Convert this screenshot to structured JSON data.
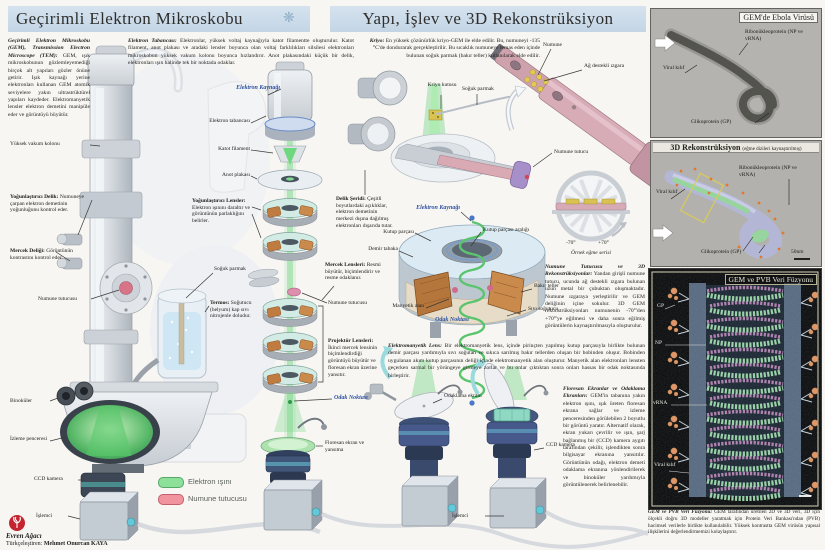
{
  "titles": {
    "left": "Geçirimli Elektron Mikroskobu",
    "right": "Yapı, İşlev ve 3D Rekonstrüksiyon"
  },
  "decorations": {
    "snowflake": "❋"
  },
  "colors": {
    "band": "#c9d9e8",
    "blue_label": "#2d52a0",
    "beam_green": "#7fd88c",
    "holder_pink": "#f2949d"
  },
  "paragraphs": {
    "intro": {
      "lead": "Geçirimli Elektron Mikroskobu (GEM), Transmission Electron Microscope (TEM):",
      "body": "GEM, ışık mikroskobunun gözlemleyemediği birçok alt yapıları gözler önüne getirir. Işık kaynağı yerine elektronları kullanan GEM atomik seviyelere yakın ultrastrüktürel yapıları kaydeder. Elektromanyetik lensler elektron demetini manipüle eder ve görüntüyü büyütür."
    },
    "gun": {
      "lead": "Elektron Tabancası:",
      "body": "Elektronlar, yüksek voltaj kaynağıyla katot filamentte oluşturulur. Katot filament, anot plakası ve aradaki lensler boyunca olan voltaj farklılıkları silsilesi elektronları mikroskobun yüksek vakum kolonu boyunca hızlandırır. Anot plakasındaki küçük bir delik, elektronları ışın halinde tek bir noktada odaklar."
    },
    "cryo": {
      "lead": "Kriyo:",
      "body": "En yüksek çözünürlük kriyo-GEM ile elde edilir. Bu, numuneyi -135 °C'de dondurarak gerçekleştirilir. Bu sıcaklık numuneye temas eden içinde bulunan soğuk parmak (bakır teller) kullanılarak elde edilir."
    },
    "holder3d": {
      "lead": "Numune Tutucusu ve 3D Rekonstrüksiyonlar:",
      "body": "Yandan girişli numune tutucu, ucunda ağ destekli ızgara bulunan uzun metal bir çubuktan oluşmaktadır. Numune ızgaraya yerleştirilir ve GEM deliğinin içine sokulur. 3D GEM rekonstrüksiyonları numunenin -70°'den +70°'ye eğilmesi ve daha sonra eğilmiş görüntülerin kaynaştırılmasıyla oluşturulur."
    },
    "emlens": {
      "lead": "Elektromanyetik Lens:",
      "body": "Bir elektromanyetik lens, içinde pirinçten yapılmış kutup parçasıyla birlikte bulunan demir parçası yardımıyla sıvı soğutan ve sıkıca sarılmış bakır tellerden oluşan bir bobinden oluşur. Bobinden uygulanan akım kutup parçasının deliği içinde elektromanyetik alan oluşturur. Manyetik alan elektronları lensten geçerken sarmal bir yörüngeye girmeye zorlar ve bu onlar çıktıktan sonra onları hassas bir odak noktasında birleştirir."
    },
    "screens": {
      "lead": "Floresan Ekranlar ve Odaklama Ekranları:",
      "body": "GEM'in tabanına yakın elektron ışını, ışık üreten floresan ekrana sağlar ve izleme penceresinden görülebilen 2 boyutlu bir görüntü yaratır. Alternatif olarak, ekran yukarı çevrilir ve ışın, şarj bağlanmış bir (CCD) kamera aygıtı tarafından çekilir, işlendikten sonra bilgisayar ekranına yansıtılır. Görüntünün odağı, elektron demeti odaklama ekranına yönlendirilerek ve binoküler yardımıyla görüntülenerek belirlenebilir."
    }
  },
  "microscope_labels": {
    "vacuum_column": "Yüksek vakum kolonu",
    "condenser_aperture": {
      "lead": "Yoğunlaştırıcı Delik:",
      "body": "Numuneye çarpan elektron demetinin yoğunluğunu kontrol eder."
    },
    "lens_aperture": {
      "lead": "Mercek Deliği:",
      "body": "Görüntünün kontrastını kontrol eder."
    },
    "specimen_holder": "Numune tutucusu",
    "binoculars": "Binoküler",
    "viewing_window": "İzleme penceresi",
    "ccd_camera": "CCD kamera",
    "processor": "İşlemci"
  },
  "column_labels": {
    "source": "Elektron Kaynağı",
    "gun": "Elektron tabancası",
    "cathode": "Katot filament",
    "anode": "Anot plakası",
    "condenser": {
      "lead": "Yoğunlaştırıcı Lensler:",
      "body": "Elektron ışınını daraltır ve görüntünün parlaklığını belirler."
    },
    "aperture_strip": {
      "lead": "Delik Şeridi:",
      "body": "Çeşitli boyutlardaki açıklıklar, elektron demetinin merkezi dışına dağılmış elektronları dışarıda tutar."
    },
    "objective": {
      "lead": "Mercek Lensleri:",
      "body": "Resmi büyütür, biçimlendirir ve resme odaklanır."
    },
    "cold_finger": "Soğuk parmak",
    "thermos": {
      "lead": "Termos:",
      "body": "Soğutucu (helyum) kap sıvı nitrojenle doludur."
    },
    "specimen_holder": "Numune tutucusu",
    "projector": {
      "lead": "Projektör Lensleri:",
      "body": "İkinci mercek lensinin biçimlendirdiği görüntüyü büyütür ve floresan ekran üzerine yansıtır."
    },
    "focal_point": "Odak Noktası",
    "fluorescent_screen": "Floresan ekran ve yansıma"
  },
  "lens_labels": {
    "source": "Elektron Kaynağı",
    "pole_piece": "Kutup parçası",
    "pole_gap": "Kutup parçası aralığı",
    "iron_plate": "Demir tabaka",
    "magnetic_field": "Manyetik alan",
    "copper_wires": "Bakır teller",
    "coolant": "Sıvı soğutucu",
    "focal_point": "Odak Noktası"
  },
  "stage_labels": {
    "cryo_box": "Kriyo kutusu",
    "cold_finger": "Soğuk parmak",
    "specimen": "Numune",
    "grid": "Ağ destekli ızgara",
    "holder": "Numune tutucu",
    "tilt_min": "-70°",
    "tilt_max": "+70°",
    "tilt_series": "Örnek eğme serisi"
  },
  "bottom_labels": {
    "focus_screen": "Odaklama ekranı",
    "ccd_camera": "CCD kamera",
    "processor": "İşlemci"
  },
  "legend": {
    "beam": "Elektron ışını",
    "holder": "Numune tutucusu"
  },
  "panels": {
    "ebola": {
      "title": "GEM'de Ebola Virüsü",
      "rnp": "Ribonükleoprotein (NP ve vRNA)",
      "coat": "Viral kılıf",
      "gp": "Glikoprotein (GP)"
    },
    "recon": {
      "title": "3D Rekonstrüksiyon",
      "subtitle": "(eğme dizileri kaynaştırılmış)",
      "coat": "Viral kılıf",
      "rnp": "Ribonükleoprotein (NP ve vRNA)",
      "gp": "Glikoprotein (GP)",
      "scale": "50nm"
    },
    "fusion": {
      "title": "GEM ve PVB Veri Füzyonu",
      "gp": "GP",
      "np": "NP",
      "vrna": "vRNA",
      "coat": "Viral kılıf",
      "caption": {
        "lead": "GEM ve PVB Veri Füzyonu:",
        "body": "GEM tarafından üretilen 2D ve 3D veri, 3D için ölçekli doğru 3D modeller yaratmak için Protein Veri Bankası'ndan (PVB) hacimsel verilerle birlikte kullanılabilir. Yüksek kontrastta GEM virüsün yapısal ilişkilerini değerlendirmemizi kolaylaştırır."
      }
    }
  },
  "footer": {
    "brand": "Evren Ağacı",
    "credit_label": "Türkçeleştiren:",
    "credit_name": "Mehmet Onurcan KAYA"
  }
}
